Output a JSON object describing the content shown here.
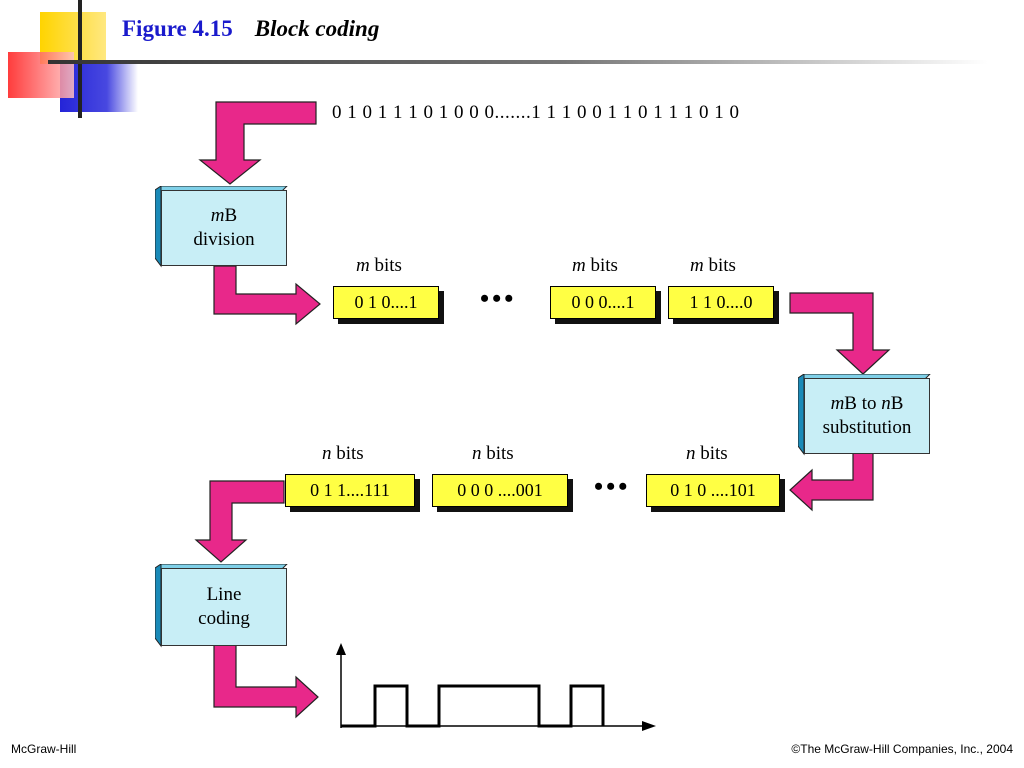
{
  "header": {
    "figure_number": "Figure 4.15",
    "caption": "Block coding"
  },
  "diagram": {
    "input_bits": "0 1 0 1 1 1 0 1 0 0 0.......1 1 1 0 0 1 1 0 1 1 1 0 1 0",
    "division_box": {
      "line1_italic": "m",
      "line1_rest": "B",
      "line2": "division"
    },
    "m_groups": [
      {
        "label_var": "m",
        "label_text": " bits",
        "value": "0 1 0....1"
      },
      {
        "label_var": "m",
        "label_text": " bits",
        "value": "0 0 0....1"
      },
      {
        "label_var": "m",
        "label_text": " bits",
        "value": "1 1 0....0"
      }
    ],
    "ellipsis": "•••",
    "substitution_box": {
      "line1_italic_a": "m",
      "line1_mid": "B to ",
      "line1_italic_b": "n",
      "line1_end": "B",
      "line2": "substitution"
    },
    "n_groups": [
      {
        "label_var": "n",
        "label_text": " bits",
        "value": "0 1 1....111"
      },
      {
        "label_var": "n",
        "label_text": " bits",
        "value": "0 0 0 ....001"
      },
      {
        "label_var": "n",
        "label_text": " bits",
        "value": "0 1 0 ....101"
      }
    ],
    "line_coding_box": {
      "line1": "Line",
      "line2": "coding"
    },
    "arrow_color": "#e8288a",
    "box_color": "#c8eef6",
    "group_color": "#ffff44"
  },
  "footer": {
    "publisher": "McGraw-Hill",
    "copyright": "©The McGraw-Hill Companies, Inc., 2004"
  }
}
